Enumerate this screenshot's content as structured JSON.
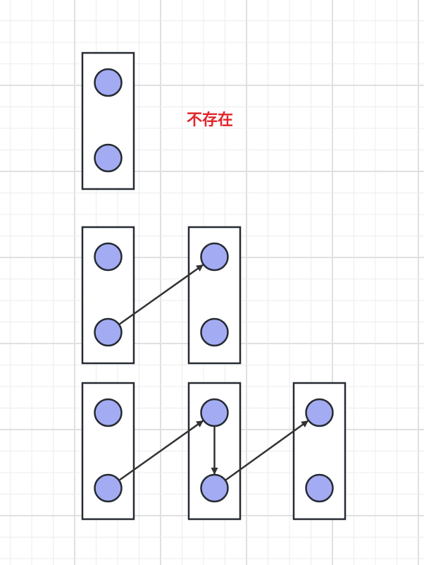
{
  "annotation": {
    "text": "不存在",
    "color": "#e0262b"
  },
  "colors": {
    "node_fill": "#a3acf2",
    "stroke": "#262b33",
    "arrow": "#333333",
    "grid_minor": "#ececec",
    "grid_major": "#e0e0e0"
  },
  "rows": [
    {
      "name": "row-1",
      "groups": 1,
      "edges": []
    },
    {
      "name": "row-2",
      "groups": 2,
      "edges": [
        {
          "from": "g1-n2",
          "to": "g2-n1"
        }
      ]
    },
    {
      "name": "row-3",
      "groups": 3,
      "edges": [
        {
          "from": "g1-n2",
          "to": "g2-n1"
        },
        {
          "from": "g2-n1",
          "to": "g2-n2"
        },
        {
          "from": "g2-n2",
          "to": "g3-n1"
        }
      ]
    }
  ]
}
